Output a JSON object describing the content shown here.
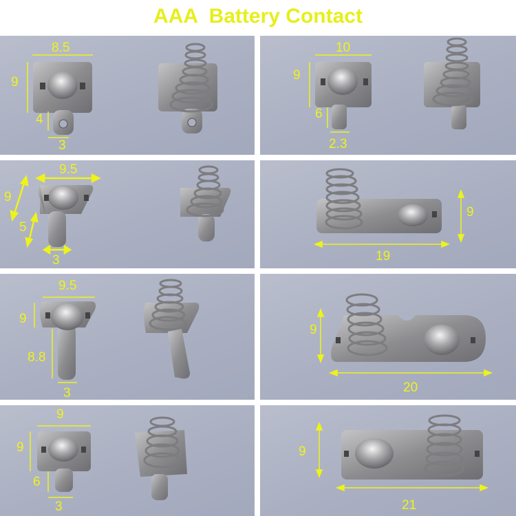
{
  "title": "AAA  Battery Contact",
  "colors": {
    "annotation": "#eef31a",
    "title": "#e6ef1a",
    "background": "#aab0c2",
    "metal": "#8e8e90"
  },
  "panels": [
    {
      "id": "p1",
      "dims": {
        "a": "8.5",
        "b": "9",
        "c": "4",
        "d": "3"
      }
    },
    {
      "id": "p2",
      "dims": {
        "a": "10",
        "b": "9",
        "c": "6",
        "d": "2.3"
      }
    },
    {
      "id": "p3",
      "dims": {
        "a": "9.5",
        "b": "9",
        "c": "5",
        "d": "3"
      }
    },
    {
      "id": "p4",
      "dims": {
        "a": "9",
        "b": "19"
      }
    },
    {
      "id": "p5",
      "dims": {
        "a": "9.5",
        "b": "9",
        "c": "8.8",
        "d": "3"
      }
    },
    {
      "id": "p6",
      "dims": {
        "a": "9",
        "b": "20"
      }
    },
    {
      "id": "p7",
      "dims": {
        "a": "9",
        "b": "9",
        "c": "6",
        "d": "3"
      }
    },
    {
      "id": "p8",
      "dims": {
        "a": "9",
        "b": "21"
      }
    }
  ]
}
